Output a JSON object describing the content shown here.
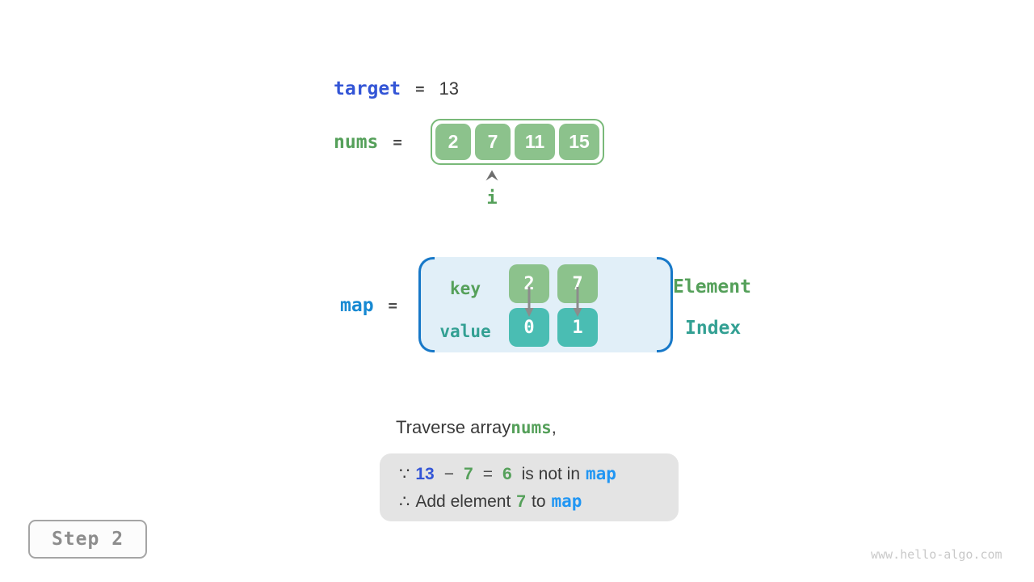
{
  "target_row": {
    "label": "target",
    "equals": "=",
    "value": "13"
  },
  "nums_row": {
    "label": "nums",
    "equals": "=",
    "cells": [
      "2",
      "7",
      "11",
      "15"
    ],
    "pointer_label": "i"
  },
  "map_row": {
    "label": "map",
    "equals": "=",
    "key_label": "key",
    "value_label": "value",
    "keys": [
      "2",
      "7"
    ],
    "values": [
      "0",
      "1"
    ],
    "element_label": "Element",
    "index_label": "Index"
  },
  "caption": {
    "before": "Traverse array ",
    "highlight": "nums",
    "after": ","
  },
  "note": {
    "line1": {
      "sym": "∵",
      "n1": "13",
      "op1": "−",
      "n2": "7",
      "op2": "=",
      "n3": "6",
      "text": "is not in",
      "map": "map"
    },
    "line2": {
      "sym": "∴",
      "text1": "Add element",
      "n": "7",
      "text2": "to",
      "map": "map"
    }
  },
  "step": {
    "label": "Step 2"
  },
  "watermark": "www.hello-algo.com",
  "icons": {
    "nums_pointer": "caret-up-icon",
    "map_links": "arrow-down-icon"
  },
  "colors": {
    "royal_blue": "#3355D6",
    "map_label_blue": "#1789D2",
    "map_link_blue": "#2196F3",
    "bracket_blue": "#1778C8",
    "green_text": "#55A05A",
    "green_box": "#8CC28C",
    "array_border": "#79B979",
    "teal_text": "#33A093",
    "teal_box": "#4ABDB3",
    "dark_text": "#3A3A3A",
    "op_gray": "#4A4A4A",
    "arrow_gray": "#8C8C8C",
    "caret_gray": "#6E6E6E",
    "map_bg": "#E1EFF8",
    "note_bg": "#E4E4E4",
    "step_border": "#A5A5A5",
    "step_text": "#8D8D8D",
    "step_bg": "#FCFCFC",
    "watermark_gray": "#C9C9C9"
  }
}
